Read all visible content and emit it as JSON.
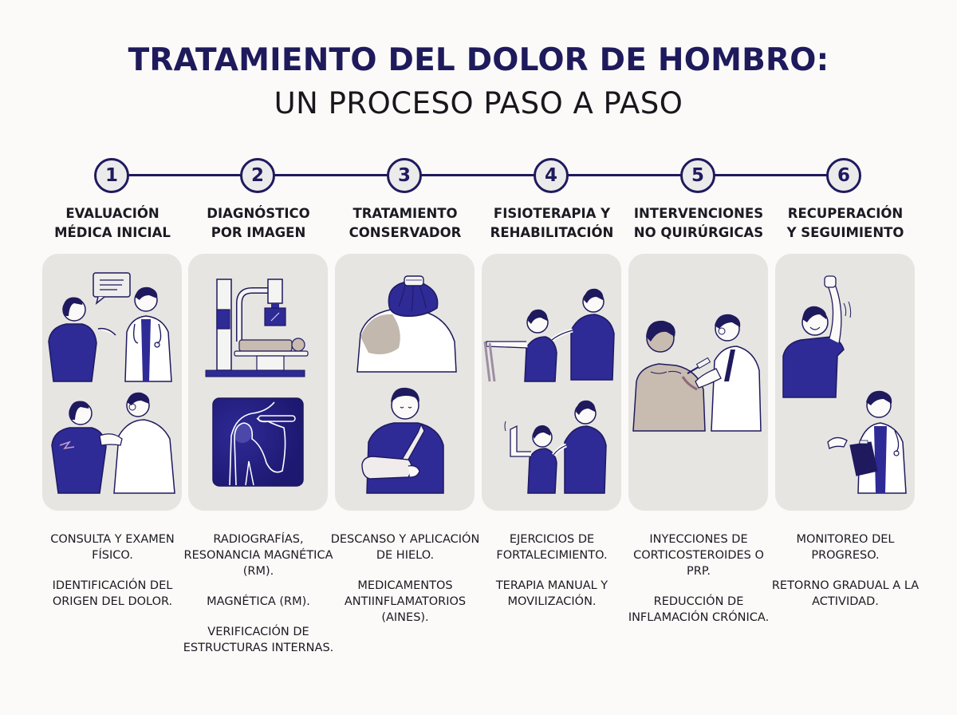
{
  "header": {
    "title": "TRATAMIENTO DEL DOLOR DE HOMBRO:",
    "subtitle": "UN PROCESO PASO A PASO"
  },
  "colors": {
    "primary_navy": "#1f1a5e",
    "shirt_blue": "#2e2a96",
    "card_bg": "#e6e5e2",
    "page_bg": "#fbfaf8",
    "skin_beige": "#c8bbb0",
    "text_dark": "#1b1a22"
  },
  "steps": [
    {
      "number": "1",
      "title_line1": "EVALUACIÓN",
      "title_line2": "MÉDICA INICIAL",
      "illustration": [
        "patient-talking-to-doctor-speech-bubble",
        "doctor-examining-patient-shoulder"
      ],
      "desc1": "CONSULTA Y EXAMEN FÍSICO.",
      "desc2": "IDENTIFICACIÓN DEL ORIGEN DEL DOLOR.",
      "desc3": ""
    },
    {
      "number": "2",
      "title_line1": "DIAGNÓSTICO",
      "title_line2": "POR IMAGEN",
      "illustration": [
        "xray-machine-with-patient",
        "shoulder-xray-scan"
      ],
      "desc1": "RADIOGRAFÍAS, RESONANCIA MAGNÉTICA (RM).",
      "desc2": "MAGNÉTICA (RM).",
      "desc3": "VERIFICACIÓN DE ESTRUCTURAS INTERNAS."
    },
    {
      "number": "3",
      "title_line1": "TRATAMIENTO",
      "title_line2": "CONSERVADOR",
      "illustration": [
        "ice-pack-on-shoulder",
        "patient-with-arm-sling"
      ],
      "desc1": "DESCANSO Y APLICACIÓN DE HIELO.",
      "desc2": "MEDICAMENTOS ANTIINFLAMATORIOS (AINES).",
      "desc3": ""
    },
    {
      "number": "4",
      "title_line1": "FISIOTERAPIA Y",
      "title_line2": "REHABILITACIÓN",
      "illustration": [
        "resistance-band-exercise-with-therapist",
        "arm-strength-exercise-with-therapist"
      ],
      "desc1": "EJERCICIOS DE FORTALECIMIENTO.",
      "desc2": "TERAPIA MANUAL Y MOVILIZACIÓN.",
      "desc3": ""
    },
    {
      "number": "5",
      "title_line1": "INTERVENCIONES",
      "title_line2": "NO QUIRÚRGICAS",
      "illustration": [
        "doctor-injecting-shoulder"
      ],
      "desc1": "INYECCIONES DE CORTICOSTEROIDES O PRP.",
      "desc2": "REDUCCIÓN DE INFLAMACIÓN CRÓNICA.",
      "desc3": ""
    },
    {
      "number": "6",
      "title_line1": "RECUPERACIÓN",
      "title_line2": "Y SEGUIMIENTO",
      "illustration": [
        "patient-raising-arm-happily",
        "doctor-with-clipboard"
      ],
      "desc1": "MONITOREO DEL PROGRESO.",
      "desc2": "RETORNO GRADUAL A LA ACTIVIDAD.",
      "desc3": ""
    }
  ]
}
